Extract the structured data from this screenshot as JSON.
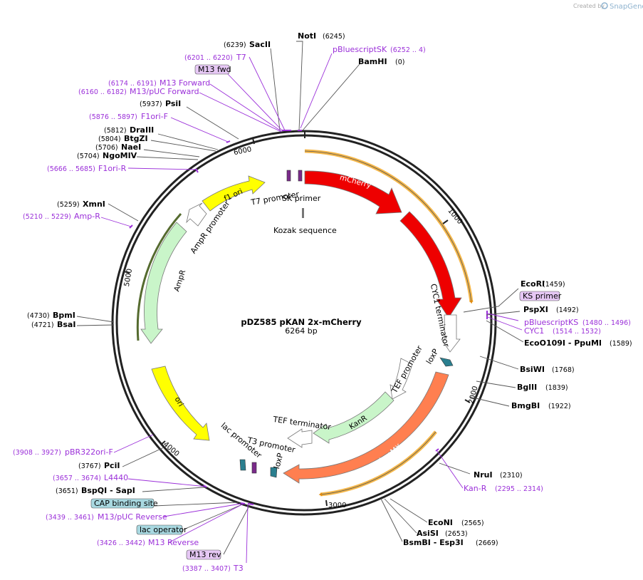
{
  "credit": {
    "prefix": "Created by",
    "brand": "SnapGene"
  },
  "plasmid": {
    "name": "pDZ585 pKAN 2x-mCherry",
    "size": "6264 bp"
  },
  "ticks": [
    "1000",
    "2000",
    "3000",
    "4000",
    "5000",
    "6000"
  ],
  "sites_right": [
    {
      "name": "EcoRI",
      "pos": "(1459)"
    },
    {
      "name": "PspXI",
      "pos": "(1492)"
    },
    {
      "name": "EcoO109I - PpuMI",
      "pos": "(1589)"
    },
    {
      "name": "BsiWI",
      "pos": "(1768)"
    },
    {
      "name": "BglII",
      "pos": "(1839)"
    },
    {
      "name": "BmgBI",
      "pos": "(1922)"
    },
    {
      "name": "NruI",
      "pos": "(2310)"
    },
    {
      "name": "EcoNI",
      "pos": "(2565)"
    },
    {
      "name": "AsiSI",
      "pos": "(2653)"
    },
    {
      "name": "BsmBI - Esp3I",
      "pos": "(2669)"
    },
    {
      "name": "NotI",
      "pos": "(6245)"
    },
    {
      "name": "BamHI",
      "pos": "(0)"
    }
  ],
  "sites_left": [
    {
      "name": "SacII",
      "pos": "(6239)"
    },
    {
      "name": "PsiI",
      "pos": "(5937)"
    },
    {
      "name": "DraIII",
      "pos": "(5812)"
    },
    {
      "name": "BtgZI",
      "pos": "(5804)"
    },
    {
      "name": "NaeI",
      "pos": "(5706)"
    },
    {
      "name": "NgoMIV",
      "pos": "(5704)"
    },
    {
      "name": "XmnI",
      "pos": "(5259)"
    },
    {
      "name": "BpmI",
      "pos": "(4730)"
    },
    {
      "name": "BsaI",
      "pos": "(4721)"
    },
    {
      "name": "PciI",
      "pos": "(3767)"
    },
    {
      "name": "BspQI - SapI",
      "pos": "(3651)"
    }
  ],
  "primers_right": [
    {
      "name": "pBluescriptSK",
      "pos": "(6252 .. 4)"
    },
    {
      "name": "pBluescriptKS",
      "pos": "(1480 .. 1496)"
    },
    {
      "name": "CYC1",
      "pos": "(1514 .. 1532)"
    },
    {
      "name": "Kan-R",
      "pos": "(2295 .. 2314)"
    }
  ],
  "primers_left": [
    {
      "name": "T7",
      "pos": "(6201 .. 6220)"
    },
    {
      "name": "M13 Forward",
      "pos": "(6174 .. 6191)"
    },
    {
      "name": "M13/pUC Forward",
      "pos": "(6160 .. 6182)"
    },
    {
      "name": "F1ori-F",
      "pos": "(5876 .. 5897)"
    },
    {
      "name": "F1ori-R",
      "pos": "(5666 .. 5685)"
    },
    {
      "name": "Amp-R",
      "pos": "(5210 .. 5229)"
    },
    {
      "name": "pBR322ori-F",
      "pos": "(3908 .. 3927)"
    },
    {
      "name": "L4440",
      "pos": "(3657 .. 3674)"
    },
    {
      "name": "M13/pUC Reverse",
      "pos": "(3439 .. 3461)"
    },
    {
      "name": "M13 Reverse",
      "pos": "(3426 .. 3442)"
    },
    {
      "name": "T3",
      "pos": "(3387 .. 3407)"
    }
  ],
  "boxed_labels": {
    "m13fwd": "M13 fwd",
    "ks_primer": "KS primer",
    "cap": "CAP binding site",
    "lac_operator": "lac operator",
    "m13rev": "M13 rev"
  },
  "features": {
    "mcherry1": "mCherry",
    "mcherry2": "mCherry",
    "cyc1": "CYC1 terminator",
    "loxp_r": "loxP",
    "tef_promoter": "TEF promoter",
    "kanr": "KanR",
    "tef_terminator": "TEF terminator",
    "kanmx": "kanMX",
    "loxp_l": "loxP",
    "t3_promoter": "T3 promoter",
    "lac_promoter": "lac promoter",
    "ori": "ori",
    "ampr": "AmpR",
    "ampr_promoter": "AmpR promoter",
    "f1ori": "f1 ori",
    "t7_promoter": "T7 promoter",
    "sk_primer": "SK primer",
    "kozak": "Kozak sequence"
  },
  "colors": {
    "mcherry": "#ee0000",
    "kanmx": "#ff7f50",
    "kanr": "#c9f5c9",
    "ori": "#ffff00",
    "ampr": "#c9f5c9",
    "f1ori": "#ffff00",
    "primer": "#9b30d9",
    "orf": "#f5b74a",
    "loxp": "#2a7f8f"
  }
}
